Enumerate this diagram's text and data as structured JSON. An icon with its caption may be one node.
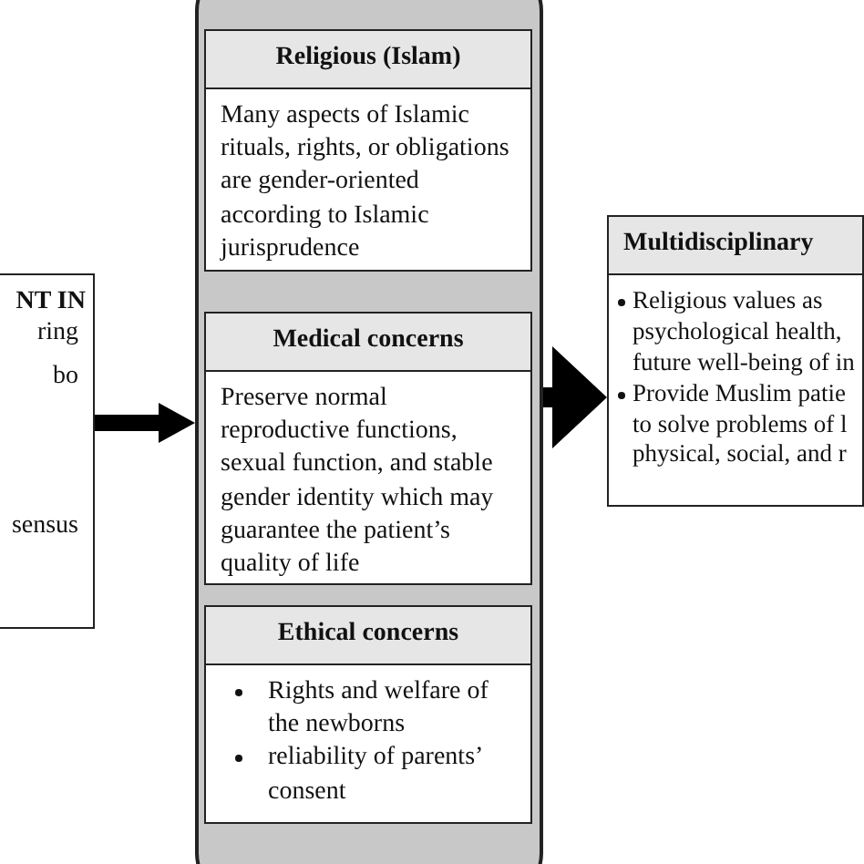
{
  "diagram": {
    "nodes": [
      {
        "text": [
          "NT IN",
          "ring",
          "bo",
          "sensus"
        ]
      },
      {
        "text": [],
        "shape": "box"
      },
      {
        "text": [
          "Religious (Islam)",
          "Many aspects of Islamic rituals, rights, or obligations are gender-oriented according to Islamic jurisprudence"
        ],
        "in": 1
      },
      {
        "text": [
          "Medical concerns",
          "Preserve normal reproductive functions, sexual function, and stable gender identity which may guarantee the patient’s quality of life"
        ],
        "in": 1
      },
      {
        "text": [
          "Ethical concerns",
          "Rights and welfare of the newborns",
          "reliability of parents’ consent"
        ],
        "in": 1
      },
      {
        "text": [
          "Multidisciplinary",
          "Religious values as psychological health, future well-being of in",
          "Provide Muslim patie to solve problems of l physical, social, and r"
        ]
      }
    ],
    "edges": [
      {
        "from": 0,
        "to": 1,
        "arrow": "to",
        "style": "thick"
      },
      {
        "from": 1,
        "to": 5,
        "arrow": "to",
        "style": "thick"
      }
    ]
  }
}
